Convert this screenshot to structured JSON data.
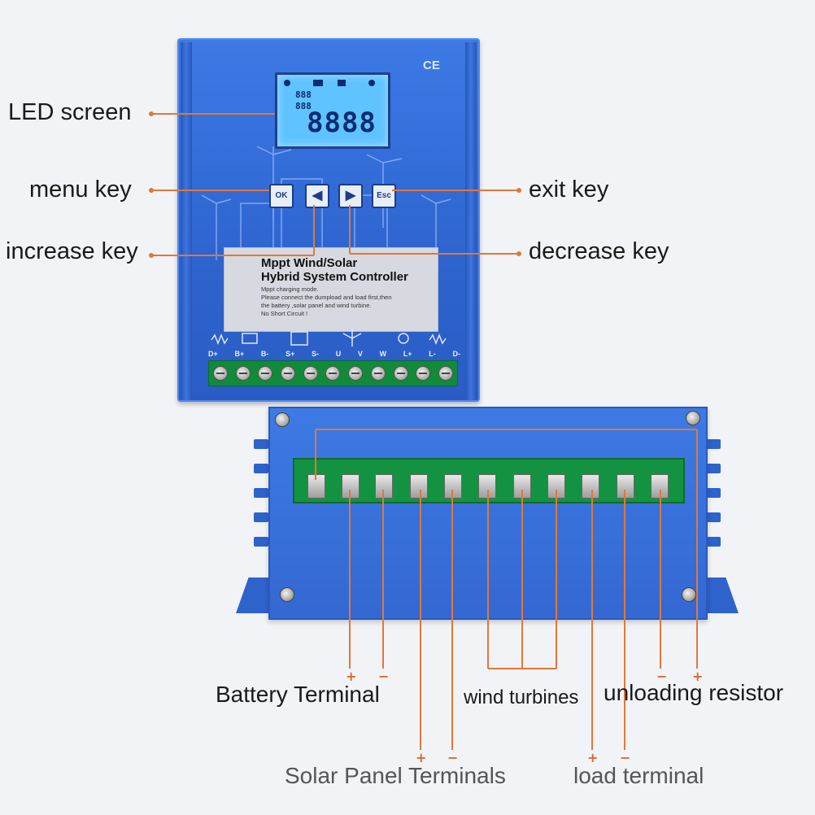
{
  "callouts": {
    "led_screen": "LED screen",
    "menu_key": "menu key",
    "increase_key": "increase key",
    "exit_key": "exit key",
    "decrease_key": "decrease key"
  },
  "device": {
    "ce_mark": "CE",
    "lcd_digits": "8888",
    "lcd_small_top": "888",
    "lcd_small_mid": "888",
    "keys": {
      "ok": "OK",
      "left": "◀",
      "right": "▶",
      "esc": "Esc"
    },
    "label_title_1": "Mppt Wind/Solar",
    "label_title_2": "Hybrid System Controller",
    "label_notes": [
      "Mppt charging mode.",
      "Please connect the dumpload and load first,then",
      "the battery ,solar panel and wind turbine.",
      "No Short Circuit !"
    ],
    "terminal_labels": [
      "D+",
      "B+",
      "B-",
      "S+",
      "S-",
      "U",
      "V",
      "W",
      "L+",
      "L-",
      "D-"
    ]
  },
  "bottom_labels": {
    "battery": "Battery Terminal",
    "wind": "wind turbines",
    "unloading": "unloading resistor",
    "solar": "Solar Panel Terminals",
    "load": "load terminal"
  },
  "signs": {
    "plus": "+",
    "minus": "−"
  },
  "colors": {
    "accent_line": "#e0783a",
    "housing_blue": "#3468d2",
    "terminal_green": "#139341"
  }
}
